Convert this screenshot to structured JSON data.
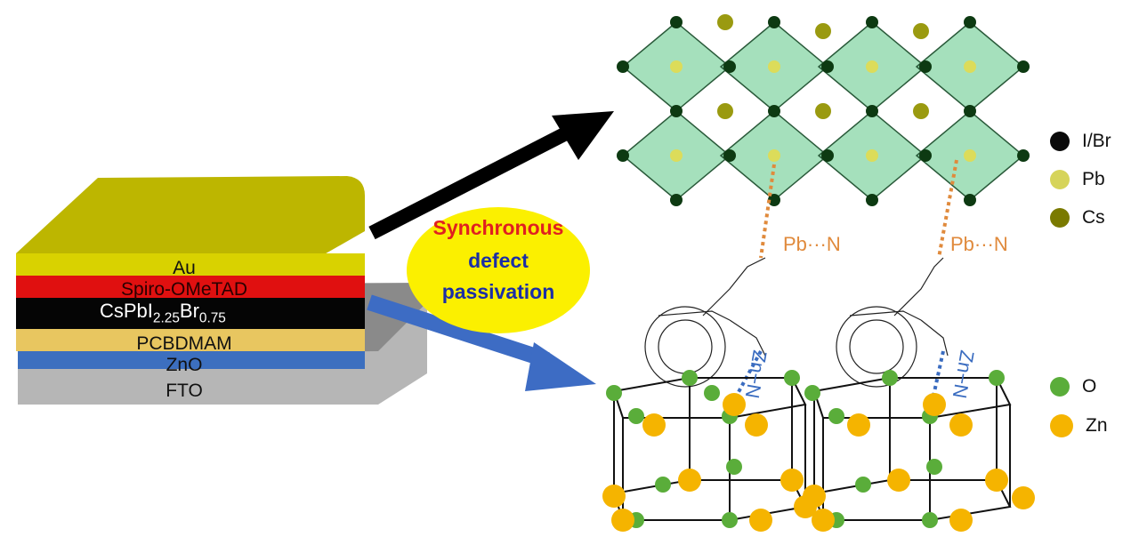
{
  "device_stack": {
    "layers": [
      {
        "label": "Au",
        "color": "#c9c200"
      },
      {
        "label": "Spiro-OMeTAD",
        "color": "#e01010"
      },
      {
        "label_main": "CsPbI",
        "label_sub1": "2.25",
        "label_mid": "Br",
        "label_sub2": "0.75",
        "color": "#050505"
      },
      {
        "label": "PCBDMAM",
        "color": "#e8c660"
      },
      {
        "label": "ZnO",
        "color": "#3c6fbf"
      },
      {
        "label": "FTO",
        "color": "#b0b0b0"
      }
    ]
  },
  "callout": {
    "line1": "Synchronous",
    "line2": "defect",
    "line3": "passivation",
    "line1_color": "#e02020",
    "line2_color": "#1b2ea6",
    "line3_color": "#1b2ea6"
  },
  "bonds": {
    "pb_n_left": "Pb···N",
    "pb_n_right": "Pb···N",
    "zn_n_left": "Zn−N",
    "zn_n_right": "Zn−N",
    "pb_color": "#e08a3c",
    "zn_color": "#3a6cc0"
  },
  "legend_top": [
    {
      "label": "I/Br",
      "color": "#0a0a0a"
    },
    {
      "label": "Pb",
      "color": "#d6d45a"
    },
    {
      "label": "Cs",
      "color": "#7a7a00"
    }
  ],
  "legend_bottom": [
    {
      "label": "O",
      "color": "#5aad3a"
    },
    {
      "label": "Zn",
      "color": "#f5b400"
    }
  ]
}
